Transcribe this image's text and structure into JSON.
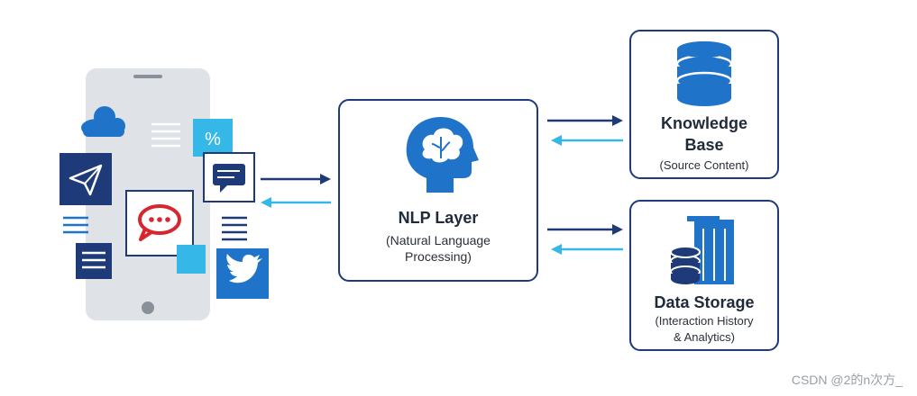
{
  "nlp": {
    "title": "NLP Layer",
    "subtitle_line1": "(Natural Language",
    "subtitle_line2": "Processing)"
  },
  "knowledge": {
    "title_line1": "Knowledge",
    "title_line2": "Base",
    "subtitle": "(Source Content)"
  },
  "storage": {
    "title": "Data Storage",
    "subtitle_line1": "(Interaction History",
    "subtitle_line2": "& Analytics)"
  },
  "watermark": "CSDN @2的n次方_",
  "icons": {
    "phone": "phone-icon",
    "cloud": "cloud-icon",
    "paper_plane": "paper-plane-icon",
    "chat": "chat-bubble-icon",
    "percent": "percent-icon",
    "message": "message-icon",
    "twitter": "twitter-bird-icon",
    "document": "document-icon",
    "brain_head": "brain-head-icon",
    "database": "database-icon",
    "server": "server-building-icon"
  },
  "colors": {
    "navy": "#1e3a78",
    "blue": "#1f73c9",
    "light_blue": "#35b7e8",
    "phone_gray": "#dfe2e6"
  }
}
